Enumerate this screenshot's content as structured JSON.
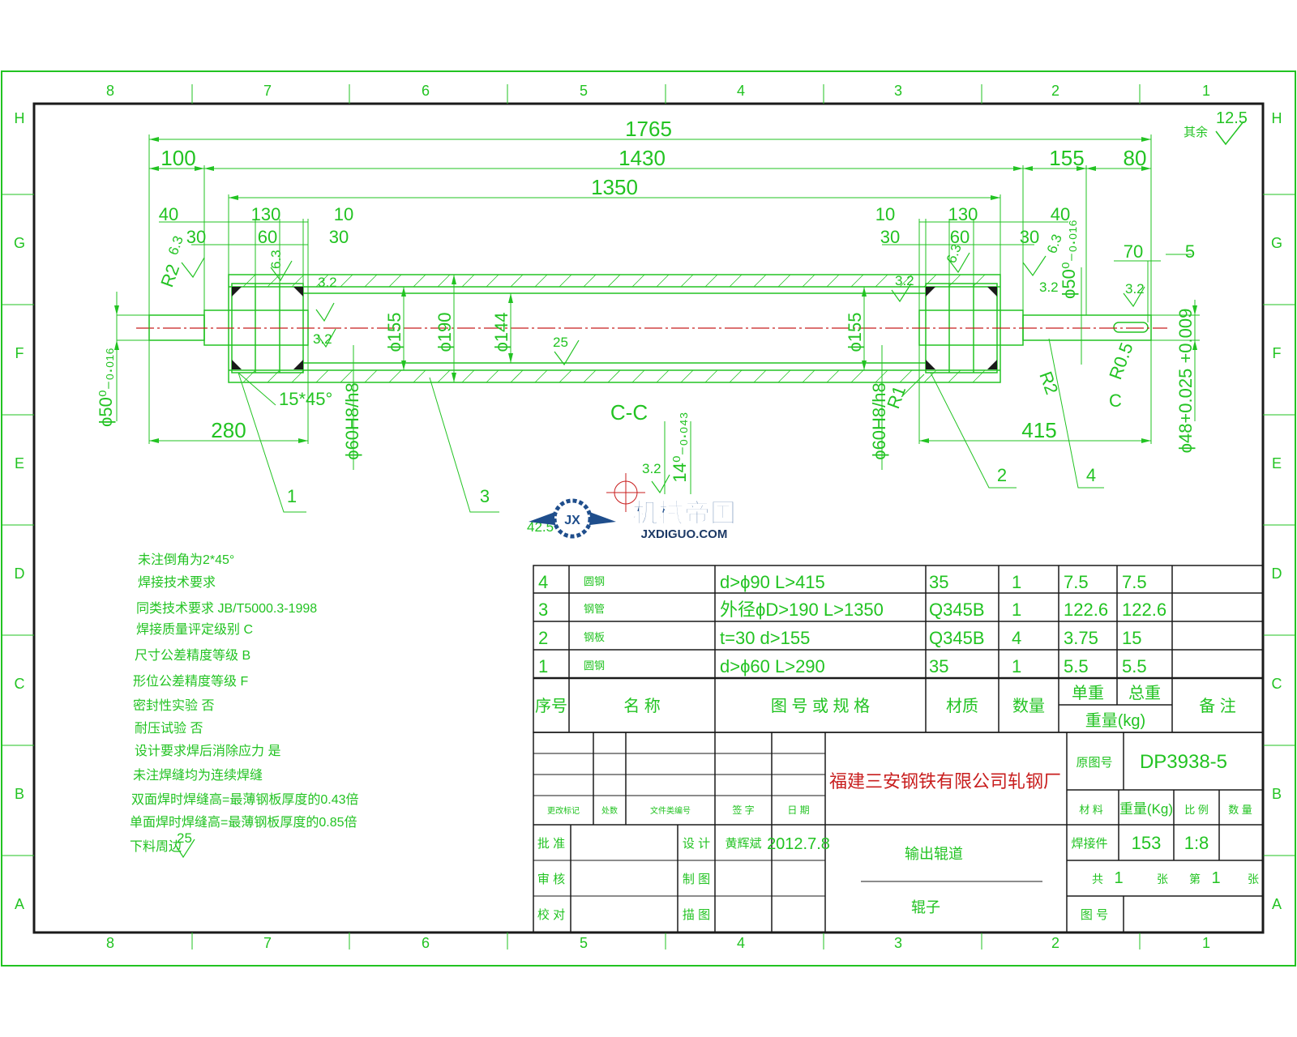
{
  "colors": {
    "drawing_green": "#22c322",
    "frame_black": "#1a1a1a",
    "centerline_red": "#c81e1e",
    "logo_blue": "#1f4e8c",
    "logo_green": "#1d8a3a"
  },
  "grid": {
    "columns": [
      "8",
      "7",
      "6",
      "5",
      "4",
      "3",
      "2",
      "1"
    ],
    "rows": [
      "H",
      "G",
      "F",
      "E",
      "D",
      "C",
      "B",
      "A"
    ]
  },
  "roughness": {
    "label": "其余",
    "value": "12.5"
  },
  "dims": {
    "overall": "1765",
    "d100": "100",
    "d1430": "1430",
    "d155": "155",
    "d80": "80",
    "d1350": "1350",
    "l40": "40",
    "l130": "130",
    "l10": "10",
    "l30a": "30",
    "l60": "60",
    "l30b": "30",
    "r10": "10",
    "r130": "130",
    "r40": "40",
    "r30a": "30",
    "r60": "60",
    "r30b": "30",
    "d70": "70",
    "d5": "5",
    "rough63_l": "6.3",
    "rough63_l2": "6.3",
    "rough63_r": "6.3",
    "rough63_r2": "6.3",
    "rough32_1": "3.2",
    "rough32_2": "3.2",
    "rough32_3": "3.2",
    "rough32_4": "3.2",
    "rough32_5": "3.2",
    "rough32_6": "3.2",
    "rough25": "25",
    "rough25_notes": "25",
    "phi155_l": "ϕ155",
    "phi190": "ϕ190",
    "phi144": "ϕ144",
    "phi155_r": "ϕ155",
    "chamfer": "15*45°",
    "r2_left": "R2",
    "r2_right": "R2",
    "r05": "R0.5",
    "r1": "R1",
    "c_mark": "C",
    "phi50_left": "ϕ50⁰₋₀.₀₁₆",
    "phi50_right": "ϕ50⁰₋₀.₀₁₆",
    "phi60_left": "ϕ60H8/h8",
    "phi60_right": "ϕ60H8/h8",
    "phi48": "ϕ48+0.025 +0.009",
    "d280": "280",
    "d415": "415",
    "section": "C-C",
    "key_dim": "14⁰₋₀.₀₄₃",
    "key_42": "42.5",
    "bal1": "1",
    "bal2": "2",
    "bal3": "3",
    "bal4": "4"
  },
  "notes": [
    "未注倒角为2*45°",
    "焊接技术要求",
    "同类技术要求 JB/T5000.3-1998",
    "焊接质量评定级别 C",
    "尺寸公差精度等级 B",
    "形位公差精度等级 F",
    "密封性实验 否",
    "耐压试验 否",
    "设计要求焊后消除应力 是",
    "未注焊缝均为连续焊缝",
    "双面焊时焊缝高=最薄钢板厚度的0.43倍",
    "单面焊时焊缝高=最薄钢板厚度的0.85倍",
    "下料周边"
  ],
  "logo": {
    "main": "机械帝国",
    "sub": "JXDIGUO.COM",
    "badge": "JX"
  },
  "bom": {
    "rows": [
      [
        "4",
        "圆钢",
        "d>ϕ90  L>415",
        "35",
        "1",
        "7.5",
        "7.5",
        ""
      ],
      [
        "3",
        "钢管",
        "外径ϕD>190   L>1350",
        "Q345B",
        "1",
        "122.6",
        "122.6",
        ""
      ],
      [
        "2",
        "钢板",
        "t=30   d>155",
        "Q345B",
        "4",
        "3.75",
        "15",
        ""
      ],
      [
        "1",
        "圆钢",
        "d>ϕ60  L>290",
        "35",
        "1",
        "5.5",
        "5.5",
        ""
      ]
    ],
    "header": {
      "seq": "序号",
      "name": "名   称",
      "spec": "图 号 或 规 格",
      "material": "材质",
      "qty": "数量",
      "unit_weight": "单重",
      "total_weight": "总重",
      "weight_unit": "重量(kg)",
      "remark": "备   注"
    }
  },
  "title": {
    "company": "福建三安钢铁有限公司轧钢厂",
    "orig_label": "原图号",
    "drawing_no": "DP3938-5",
    "material_label": "材  料",
    "weight_label": "重量(Kg)",
    "scale_label": "比  例",
    "qty_label": "数  量",
    "material_value": "焊接件",
    "weight_value": "153",
    "scale_value": "1:8",
    "sheets_total_label": "共",
    "sheets_total": "1",
    "sheets_unit1": "张",
    "sheet_no_label": "第",
    "sheet_no": "1",
    "sheets_unit2": "张",
    "fig_no_label": "图  号",
    "product": "输出辊道",
    "part": "辊子",
    "rev_mark": "更改标记",
    "rev_count": "处数",
    "rev_doc": "文件类编号",
    "rev_sign": "签  字",
    "rev_date": "日  期",
    "approve": "批  准",
    "review": "审  核",
    "check": "校  对",
    "design": "设  计",
    "draw": "制  图",
    "trace": "描  图",
    "designer": "黄辉斌",
    "date": "2012.7.8"
  }
}
